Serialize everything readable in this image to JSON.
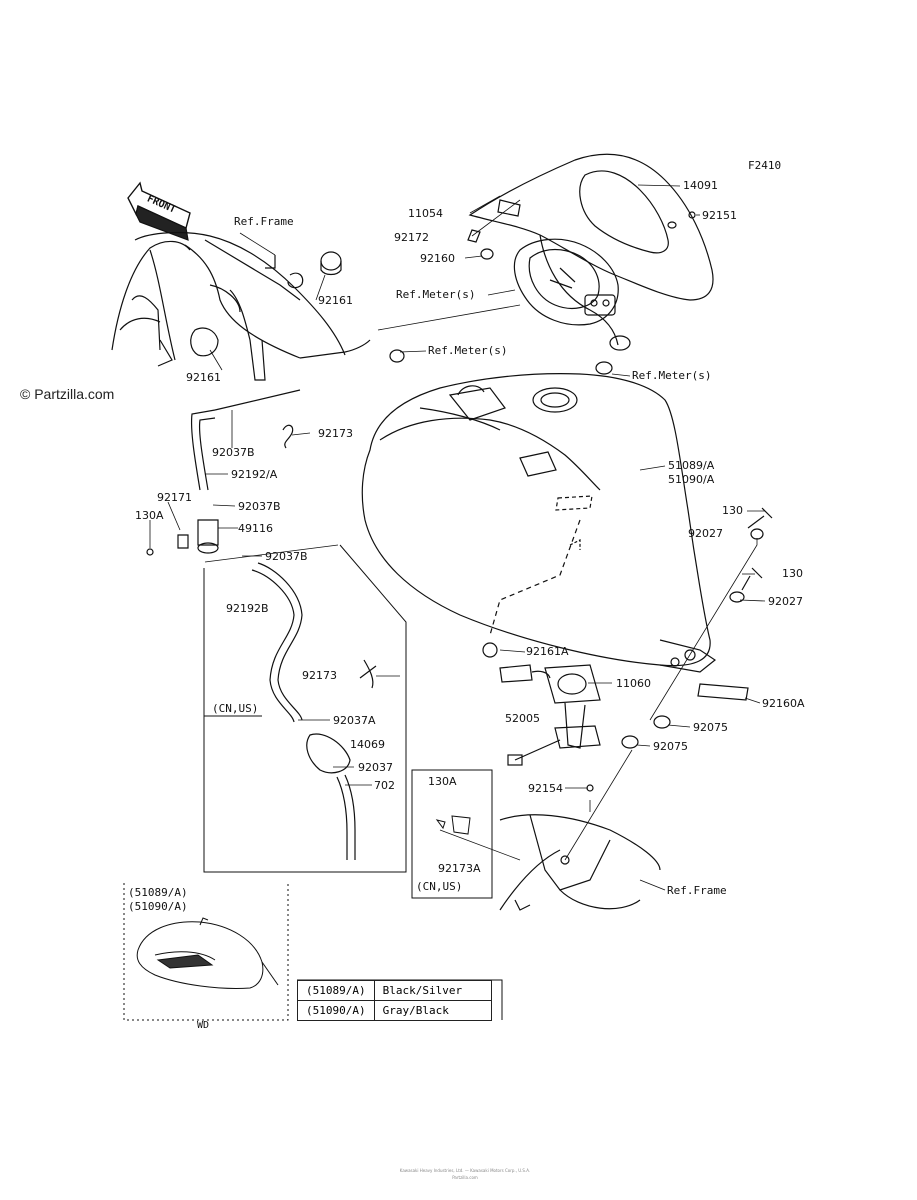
{
  "figure_code": "F2410",
  "watermark": "© Partzilla.com",
  "front_arrow": "FRONT",
  "labels": {
    "p14091": "14091",
    "p92151": "92151",
    "p11054": "11054",
    "p92172": "92172",
    "p92160": "92160",
    "ref_meter_1": "Ref.Meter(s)",
    "ref_meter_2": "Ref.Meter(s)",
    "ref_meter_3": "Ref.Meter(s)",
    "ref_frame_top": "Ref.Frame",
    "ref_frame_bottom": "Ref.Frame",
    "p92161_a": "92161",
    "p92161_b": "92161",
    "p92037B_1": "92037B",
    "p92173_1": "92173",
    "p92192A": "92192/A",
    "p92171": "92171",
    "p130A_1": "130A",
    "p92037B_2": "92037B",
    "p49116": "49116",
    "p92037B_3": "92037B",
    "p92192B": "92192B",
    "p92173_2": "92173",
    "cn_us_1": "(CN,US)",
    "p92037A": "92037A",
    "p14069": "14069",
    "p92037": "92037",
    "p702": "702",
    "p51089A": "51089/A",
    "p51090A": "51090/A",
    "p130_1": "130",
    "p92027_1": "92027",
    "p130_2": "130",
    "p92027_2": "92027",
    "p92161A": "92161A",
    "p11060": "11060",
    "p52005": "52005",
    "p92160A": "92160A",
    "p92075_1": "92075",
    "p92075_2": "92075",
    "p92154": "92154",
    "p130A_2": "130A",
    "p92173A": "92173A",
    "cn_us_2": "(CN,US)",
    "inset_51089A": "(51089/A)",
    "inset_51090A": "(51090/A)",
    "inset_wd": "WD"
  },
  "color_table": [
    {
      "code": "(51089/A)",
      "color": "Black/Silver"
    },
    {
      "code": "(51090/A)",
      "color": "Gray/Black"
    }
  ],
  "footer_line1": "Kawasaki Heavy Industries, Ltd. — Kawasaki Motors Corp., U.S.A.",
  "footer_line2": "Partzilla.com"
}
